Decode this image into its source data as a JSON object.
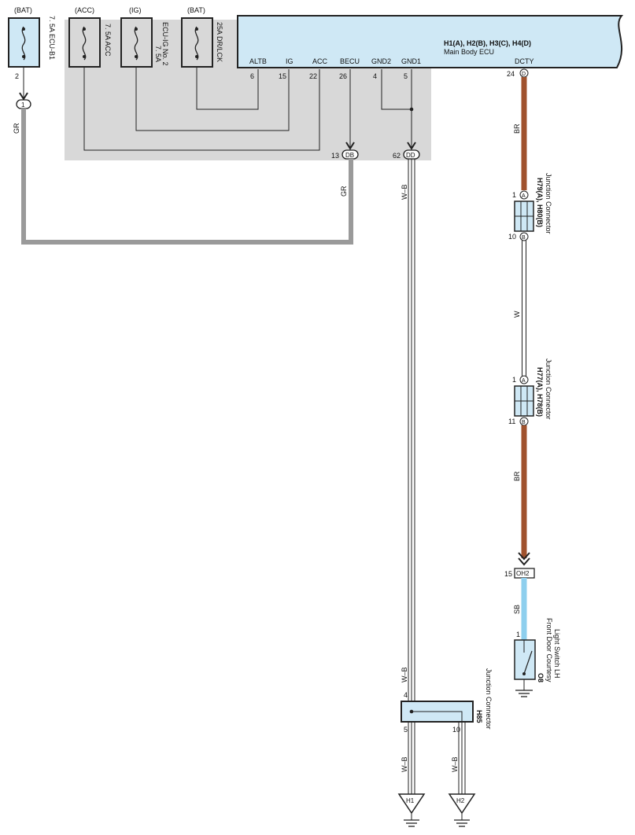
{
  "fuses": [
    {
      "source": "(BAT)",
      "rating": "7. 5A ECU-B1",
      "pin": "2"
    },
    {
      "source": "(ACC)",
      "rating": "7. 5A ACC"
    },
    {
      "source": "(IG)",
      "rating_line1": "7. 5A",
      "rating_line2": "ECU-IG No. 2"
    },
    {
      "source": "(BAT)",
      "rating": "25A DR/LCK"
    }
  ],
  "ecu": {
    "title": "H1(A), H2(B), H3(C), H4(D)",
    "subtitle": "Main Body ECU",
    "terminals": [
      {
        "name": "ALTB",
        "pin": "6"
      },
      {
        "name": "IG",
        "pin": "15"
      },
      {
        "name": "ACC",
        "pin": "22"
      },
      {
        "name": "BECU",
        "pin": "26"
      },
      {
        "name": "GND2",
        "pin": "4"
      },
      {
        "name": "GND1",
        "pin": "5"
      },
      {
        "name": "DCTY",
        "pin": "24",
        "connector": "D"
      }
    ]
  },
  "inline_connectors": {
    "c1": {
      "label": "1",
      "pin": ""
    },
    "db": {
      "label": "DB",
      "pin": "13"
    },
    "dd": {
      "label": "DD",
      "pin": "62"
    },
    "oh2": {
      "label": "OH2",
      "pin": "15"
    }
  },
  "wire_colors": {
    "gr_left": "GR",
    "gr_mid": "GR",
    "wb_top": "W–B",
    "br_top": "BR",
    "w_mid": "W",
    "br_bottom": "BR",
    "sb": "SB",
    "wb_lower": "W–B",
    "wb_h1": "W–B",
    "wb_h2": "W–B"
  },
  "junction_connectors": {
    "jc1": {
      "name": "H79(A), H80(B)",
      "desc": "Junction Connector",
      "pin_a": "1",
      "pin_b": "10",
      "tag_a": "A",
      "tag_b": "B"
    },
    "jc2": {
      "name": "H77(A), H78(B)",
      "desc": "Junction Connector",
      "pin_a": "1",
      "pin_b": "11",
      "tag_a": "A",
      "tag_b": "B"
    },
    "h85": {
      "name": "H85",
      "desc": "Junction Connector",
      "pin_in": "4",
      "pin_out1": "5",
      "pin_out2": "10"
    }
  },
  "switch": {
    "name": "O8",
    "desc_line1": "Front Door Courtesy",
    "desc_line2": "Light Switch LH",
    "pin": "1"
  },
  "grounds": [
    {
      "label": "H1"
    },
    {
      "label": "H2"
    }
  ],
  "colors": {
    "fuse_fill": "#cfe8f5",
    "ecu_fill": "#cfe8f5",
    "shade": "#d8d8d8",
    "gr": "#9a9a9a",
    "br": "#a0522d",
    "sb": "#8ecfee",
    "wire": "#222222"
  }
}
